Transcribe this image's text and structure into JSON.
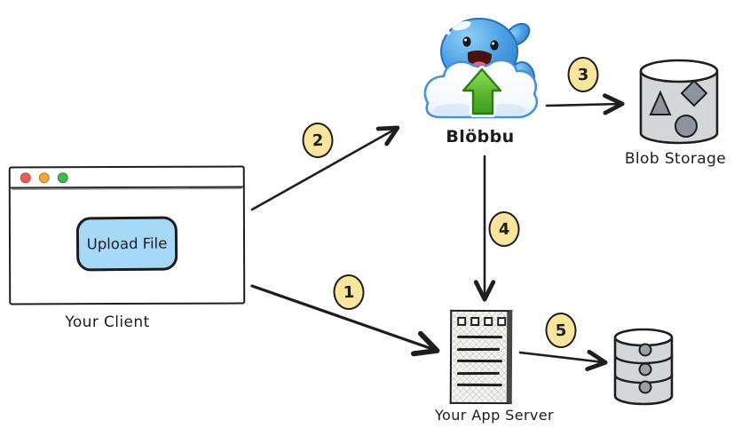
{
  "diagram": {
    "nodes": {
      "client": {
        "label": "Your Client",
        "button_label": "Upload File"
      },
      "blobbu": {
        "label": "Blöbbu"
      },
      "blob_storage": {
        "label": "Blob Storage"
      },
      "app_server": {
        "label": "Your App Server"
      },
      "database": {
        "label": ""
      }
    },
    "steps": [
      {
        "number": "1",
        "from": "client",
        "to": "app_server"
      },
      {
        "number": "2",
        "from": "client",
        "to": "blobbu"
      },
      {
        "number": "3",
        "from": "blobbu",
        "to": "blob_storage"
      },
      {
        "number": "4",
        "from": "blobbu",
        "to": "app_server"
      },
      {
        "number": "5",
        "from": "app_server",
        "to": "database"
      }
    ],
    "colors": {
      "badge_fill": "#f9e59c",
      "badge_border": "#1e1e1e",
      "arrow_stroke": "#1e1e1e",
      "upload_button_fill": "#a6d9f7",
      "traffic_light_red": "#ee5c54",
      "traffic_light_yellow": "#f3a832",
      "traffic_light_green": "#3fb950",
      "cylinder_fill": "#d4d7da",
      "blob_shape_fill": "#8d949d",
      "mascot_blue": "#4d9fe3",
      "mascot_arrow_green": "#55b32a"
    }
  }
}
